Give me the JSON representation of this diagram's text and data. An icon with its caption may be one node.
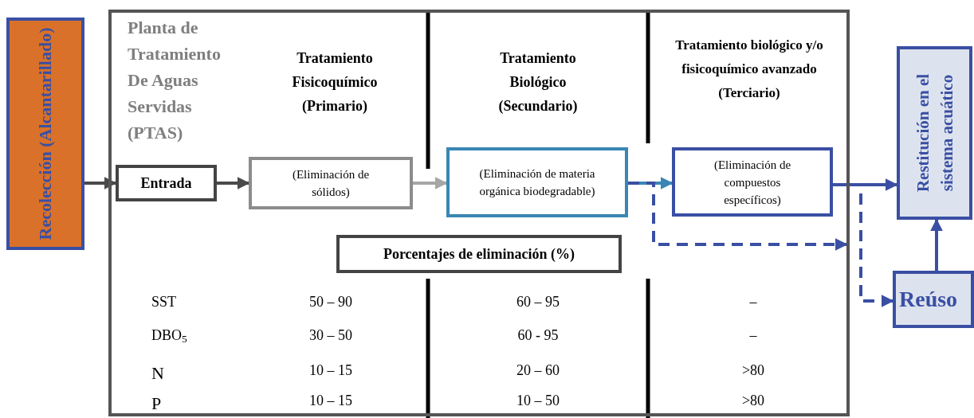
{
  "diagram": {
    "nodes": [
      {
        "text": [
          "Recolección (Alcantarillado)"
        ]
      },
      {
        "text": [
          "Planta de Tratamiento De Aguas Servidas (PTAS)"
        ]
      },
      {
        "text": [
          "Entrada"
        ],
        "in": 1
      },
      {
        "text": [
          "(Eliminación de sólidos)"
        ],
        "in": 1
      },
      {
        "text": [
          "(Eliminación de materia orgánica biodegradable)"
        ],
        "in": 1
      },
      {
        "text": [
          "(Eliminación de compuestos específicos)"
        ],
        "in": 1
      },
      {
        "text": [
          "Porcentajes de eliminación (%)"
        ],
        "in": 1
      },
      {
        "text": [
          "Restitución en el sistema acuático"
        ]
      },
      {
        "text": [
          "Reúso"
        ]
      }
    ],
    "edges": [
      {
        "from": 0,
        "to": 2,
        "arrow": "to",
        "color": "#4a4a4a"
      },
      {
        "from": 2,
        "to": 3,
        "arrow": "to",
        "color": "#4a4a4a"
      },
      {
        "from": 3,
        "to": 4,
        "arrow": "to",
        "color": "#a6a6a6"
      },
      {
        "from": 4,
        "to": 5,
        "arrow": "to",
        "color": "#3a86b4"
      },
      {
        "from": 5,
        "to": 7,
        "arrow": "to"
      },
      {
        "from": 4,
        "to": null,
        "arrow": "to",
        "style": "dashed"
      },
      {
        "from": 5,
        "to": 8,
        "arrow": "to",
        "style": "dashed"
      },
      {
        "from": 8,
        "to": 7,
        "arrow": "to"
      }
    ],
    "labels": [
      "Tratamiento Fisicoquímico (Primario)",
      "Tratamiento Biológico (Secundario)",
      "Tratamiento biológico y/o fisicoquímico avanzado (Terciario)",
      "SST",
      "50 – 90",
      "60 – 95",
      "–",
      "DBO$_{5}$",
      "30 – 50",
      "60 - 95",
      "–",
      "N",
      "10 – 15",
      "20 – 60",
      ">80",
      "P",
      "10 – 15",
      "10 – 50",
      ">80"
    ]
  }
}
